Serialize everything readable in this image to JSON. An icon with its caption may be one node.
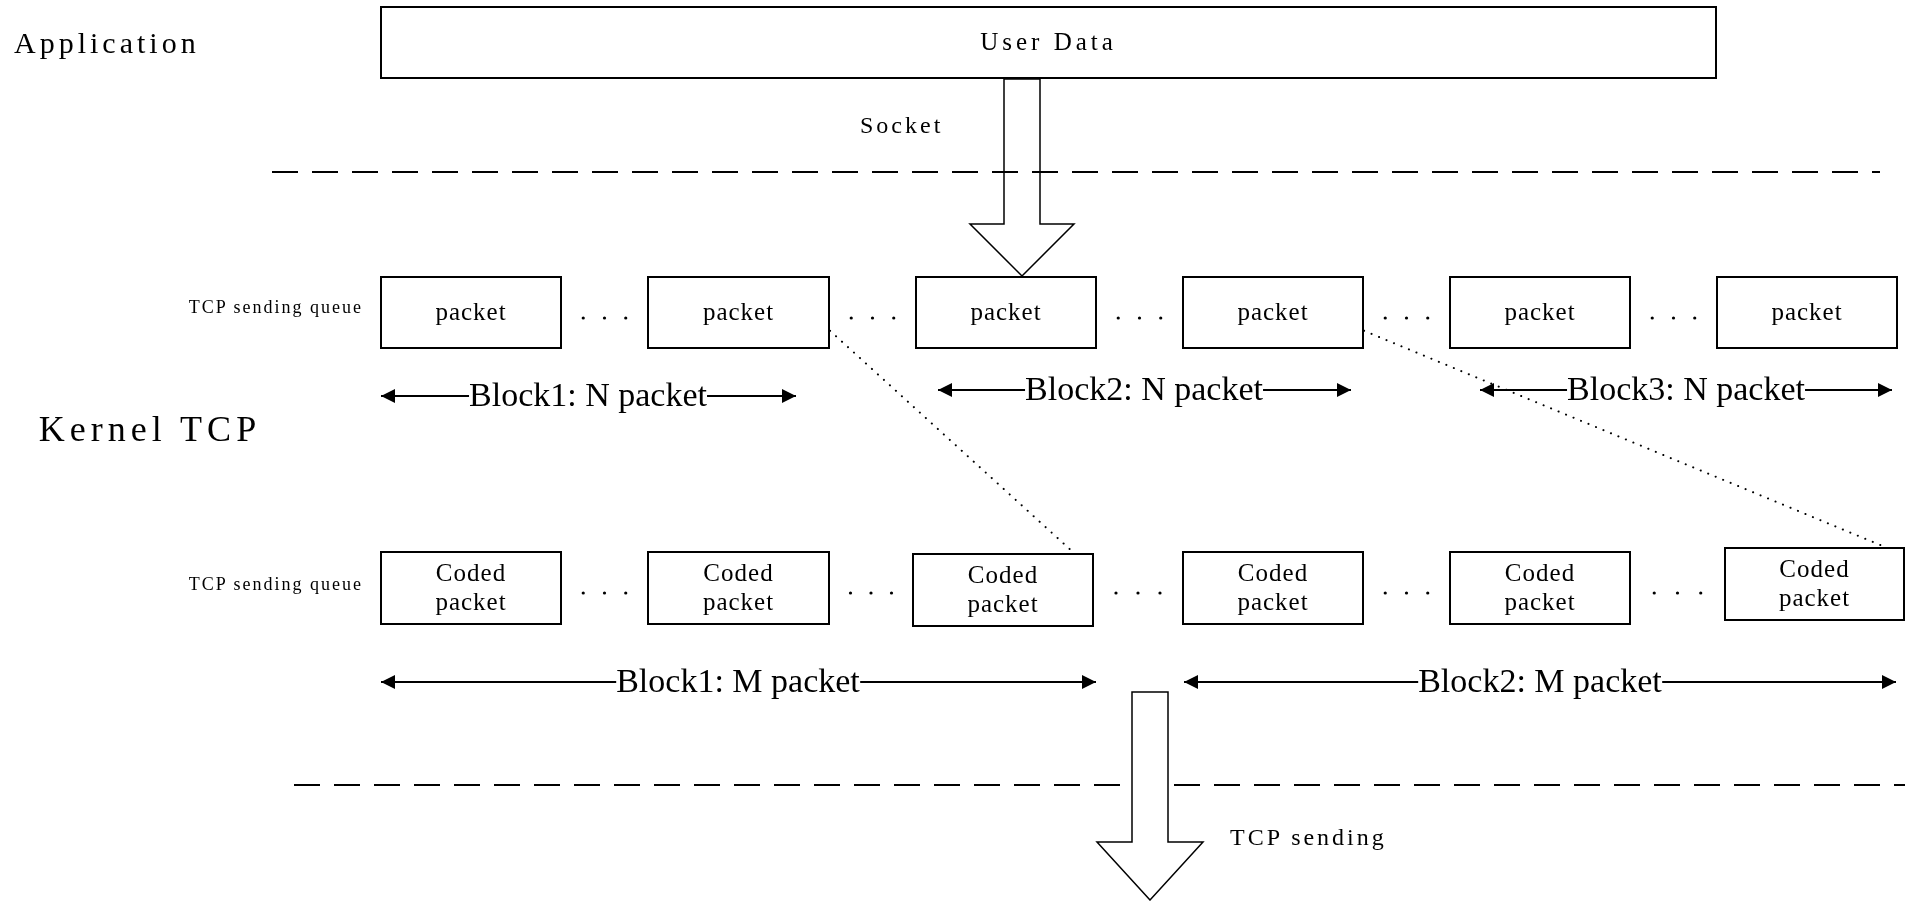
{
  "diagram": {
    "nodes": [
      {
        "text": [
          "User Data"
        ]
      },
      {
        "text": [
          "packet"
        ]
      },
      {
        "text": [
          "packet"
        ]
      },
      {
        "text": [
          "packet"
        ]
      },
      {
        "text": [
          "packet"
        ]
      },
      {
        "text": [
          "packet"
        ]
      },
      {
        "text": [
          "packet"
        ]
      },
      {
        "text": [
          "Coded packet"
        ]
      },
      {
        "text": [
          "Coded packet"
        ]
      },
      {
        "text": [
          "Coded packet"
        ]
      },
      {
        "text": [
          "Coded packet"
        ]
      },
      {
        "text": [
          "Coded packet"
        ]
      },
      {
        "text": [
          "Coded packet"
        ]
      }
    ],
    "edges": [
      {
        "from": 0,
        "to": 3,
        "arrow": "to"
      },
      {
        "from": 2,
        "to": 9,
        "arrow": "none",
        "style": "dashed"
      },
      {
        "from": 4,
        "to": 12,
        "arrow": "none",
        "style": "dashed"
      }
    ],
    "labels": [
      "Application",
      "Socket",
      "TCP sending queue",
      "Block1: N packet",
      "Block2: N packet",
      "Block3: N packet",
      "Kernel TCP",
      "TCP sending queue",
      "Block1: M packet",
      "Block2: M packet",
      "TCP sending"
    ]
  }
}
